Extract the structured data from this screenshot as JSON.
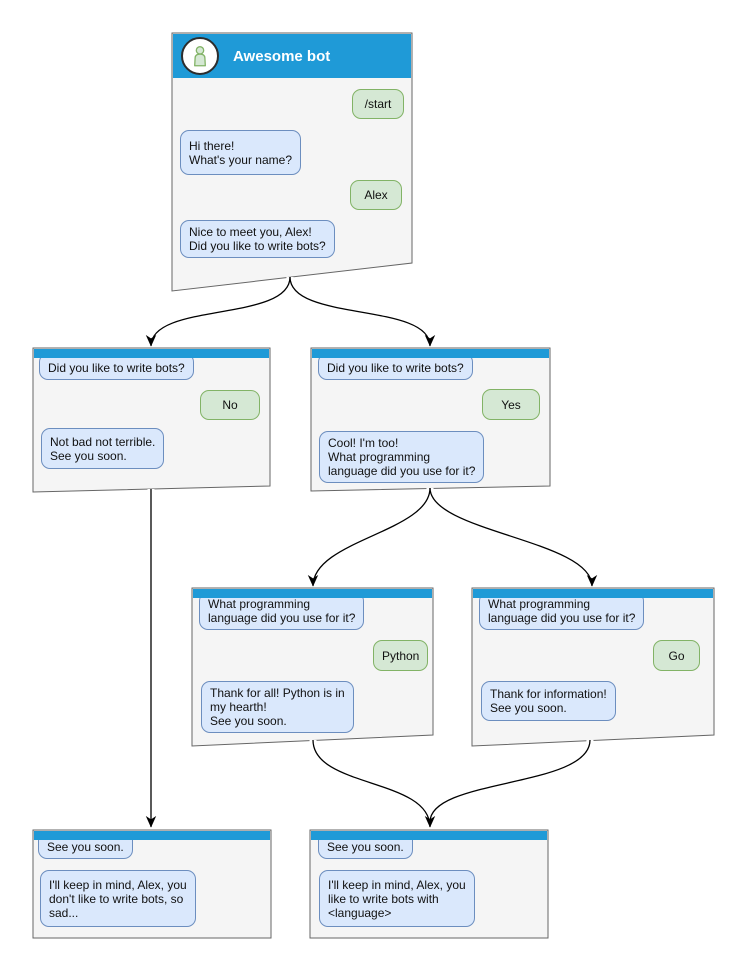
{
  "colors": {
    "header_blue": "#1f9ad7",
    "window_fill": "#f5f5f5",
    "window_border": "#666666",
    "bot_bubble_fill": "#dae8fc",
    "bot_bubble_border": "#6c8ebf",
    "user_bubble_fill": "#d5e8d4",
    "user_bubble_border": "#82b366",
    "arrow": "#000000"
  },
  "root": {
    "title": "Awesome bot",
    "user_start": "/start",
    "bot_greeting": "Hi there!\nWhat's your name?",
    "user_name": "Alex",
    "bot_question": "Nice to meet you, Alex!\nDid you like to write bots?"
  },
  "branch_no": {
    "context": "Did you like to write bots?",
    "user_answer": "No",
    "bot_reply": "Not bad not terrible.\nSee you soon."
  },
  "branch_yes": {
    "context": "Did you like to write bots?",
    "user_answer": "Yes",
    "bot_reply": "Cool! I'm too!\nWhat programming\nlanguage did you use for it?"
  },
  "branch_python": {
    "context": "What programming\nlanguage did you use for it?",
    "user_answer": "Python",
    "bot_reply": "Thank for all! Python is in\nmy hearth!\nSee you soon."
  },
  "branch_go": {
    "context": "What programming\nlanguage did you use for it?",
    "user_answer": "Go",
    "bot_reply": "Thank for information!\nSee you soon."
  },
  "end_no": {
    "context": "See you soon.",
    "bot_reply": "I'll keep in mind, Alex, you\ndon't like to write bots, so\nsad..."
  },
  "end_language": {
    "context": "See you soon.",
    "bot_reply": "I'll keep in mind, Alex, you\nlike to write bots with\n<language>"
  }
}
